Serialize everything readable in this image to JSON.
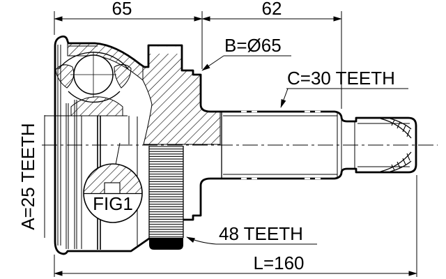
{
  "drawing": {
    "labels": {
      "dim_left_width": "65",
      "dim_right_width": "62",
      "outer_diameter": "B=Ø65",
      "shaft_spline": "C=30 TEETH",
      "inner_spline": "A=25 TEETH",
      "abs_ring_teeth": "48 TEETH",
      "total_length": "L=160",
      "detail_figure": "FIG1"
    },
    "colors": {
      "ink": "#000000",
      "paper": "#ffffff"
    }
  }
}
